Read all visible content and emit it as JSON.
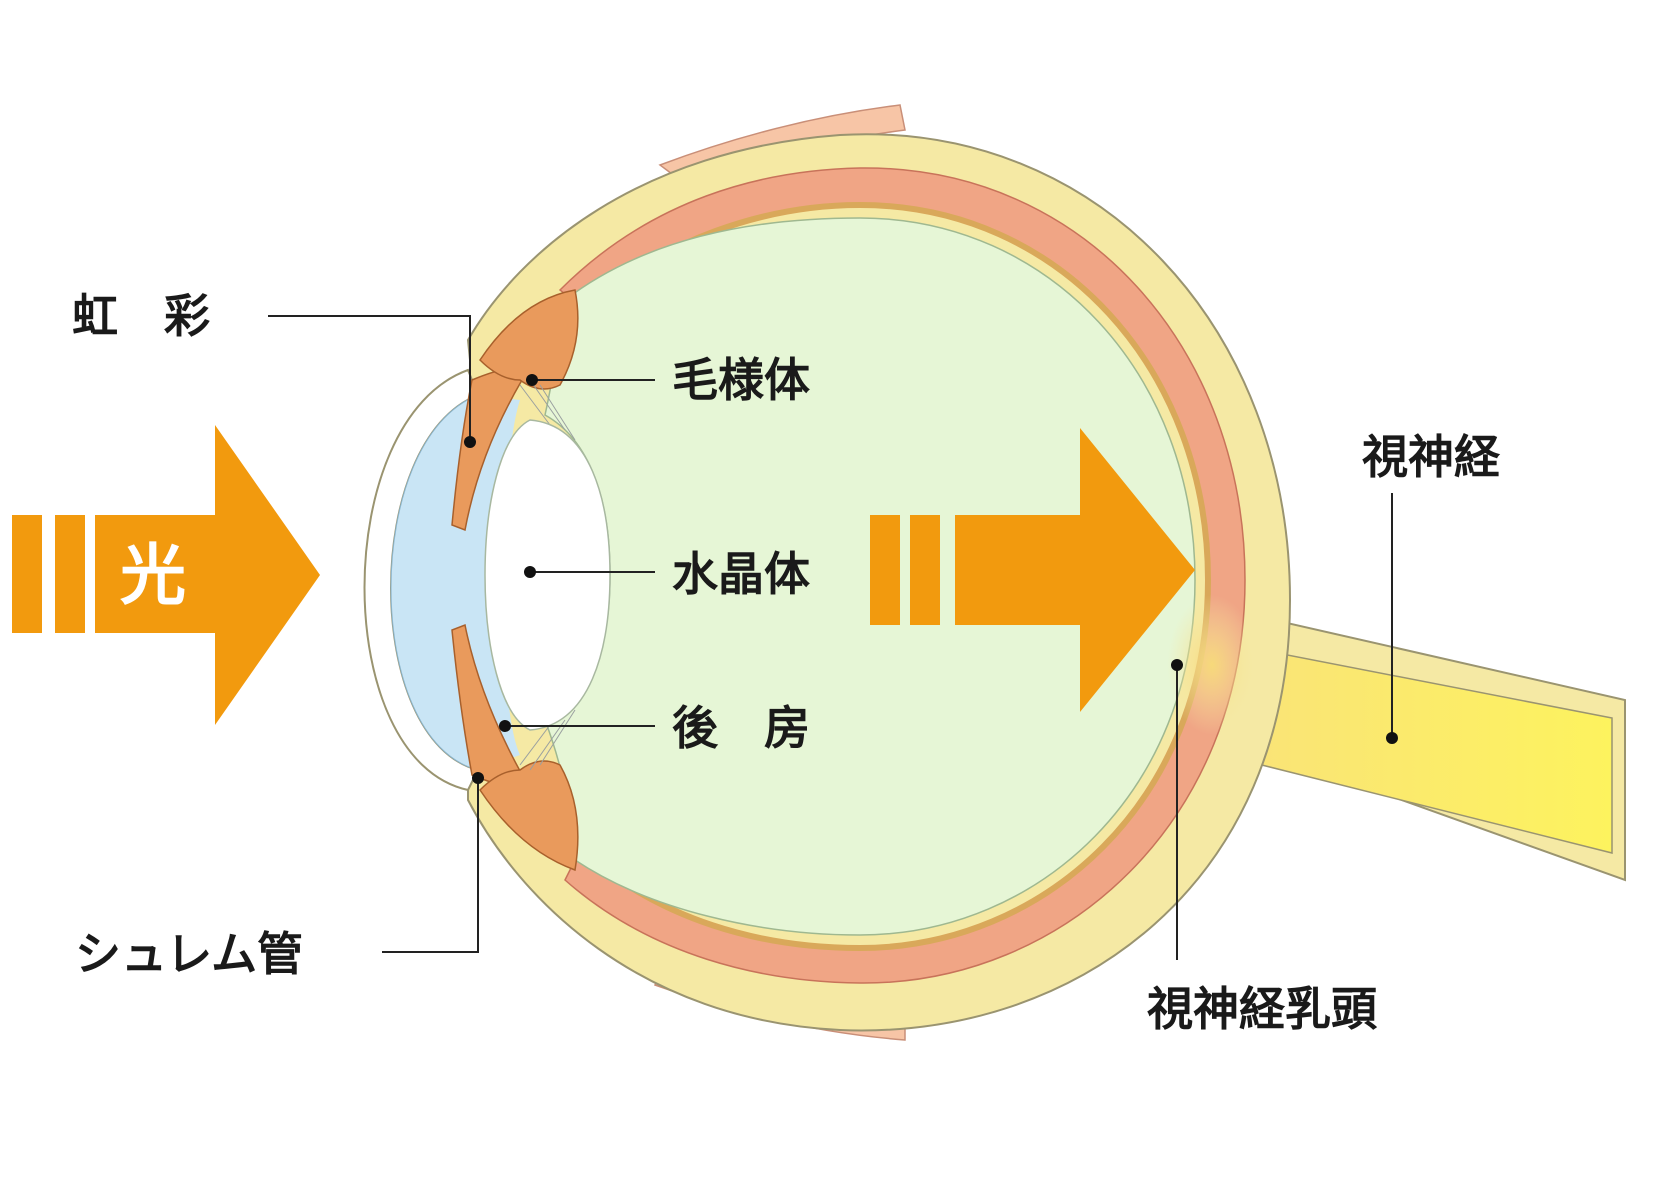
{
  "labels": {
    "iris": "虹　彩",
    "ciliary_body": "毛様体",
    "lens": "水晶体",
    "posterior_chamber": "後　房",
    "schlemm_canal": "シュレム管",
    "optic_nerve": "視神経",
    "optic_disc": "視神経乳頭",
    "light": "光"
  },
  "colors": {
    "arrow": "#F29A0E",
    "sclera": "#F5E9A4",
    "sclera_outline": "#9A9470",
    "choroid": "#F0A585",
    "retina": "#F5E4B5",
    "vitreous": "#E6F6D6",
    "cornea_chamber": "#C9E5F5",
    "lens": "#FFFFFF",
    "ciliary": "#E99A5C",
    "optic_nerve_core": "#FDF35E",
    "eyelid": "#F7C5A6"
  }
}
